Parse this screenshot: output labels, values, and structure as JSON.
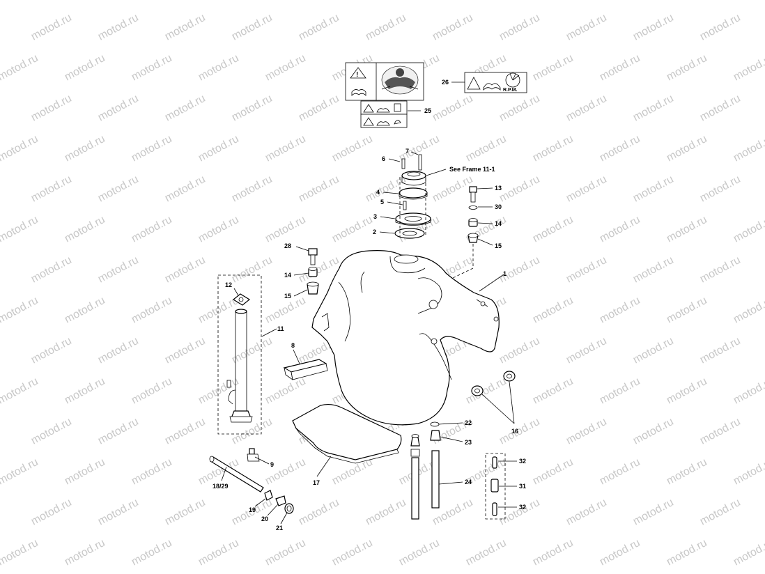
{
  "watermark": {
    "text": "motod.ru"
  },
  "labels": {
    "p1": "1",
    "p2": "2",
    "p3": "3",
    "p4": "4",
    "p5": "5",
    "p6": "6",
    "p7": "7",
    "p8": "8",
    "p9": "9",
    "p11": "11",
    "p12": "12",
    "p13": "13",
    "p14a": "14",
    "p14b": "14",
    "p15a": "15",
    "p15b": "15",
    "p16": "16",
    "p17": "17",
    "p18_29": "18/29",
    "p19": "19",
    "p20": "20",
    "p21": "21",
    "p22": "22",
    "p23": "23",
    "p24": "24",
    "p25": "25",
    "p26": "26",
    "p28": "28",
    "p30": "30",
    "p31": "31",
    "p32a": "32",
    "p32b": "32",
    "see_frame": "See Frame 11-1"
  },
  "decal": {
    "rpm_text": "R.P.M."
  }
}
